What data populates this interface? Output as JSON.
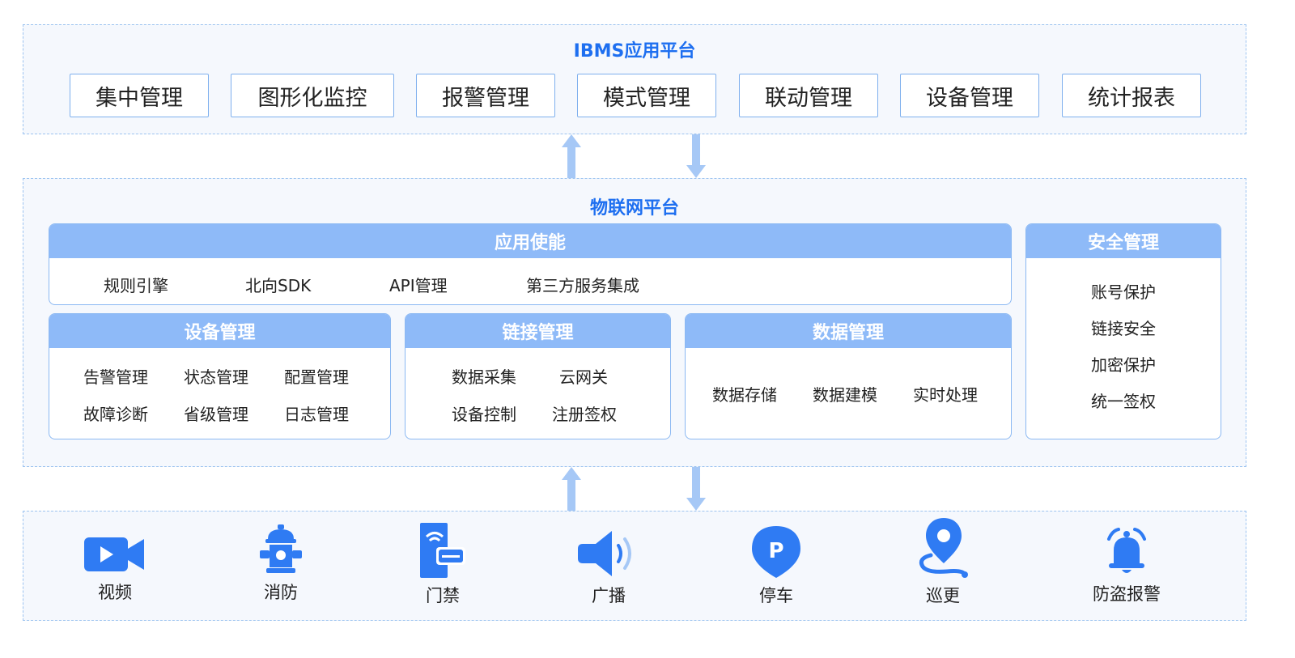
{
  "ibms": {
    "title": "IBMS应用平台",
    "items": [
      "集中管理",
      "图形化监控",
      "报警管理",
      "模式管理",
      "联动管理",
      "设备管理",
      "统计报表"
    ]
  },
  "iot": {
    "title": "物联网平台",
    "app_enable": {
      "title": "应用使能",
      "items": [
        "规则引擎",
        "北向SDK",
        "API管理",
        "第三方服务集成"
      ]
    },
    "device_mgmt": {
      "title": "设备管理",
      "items": [
        "告警管理",
        "状态管理",
        "配置管理",
        "故障诊断",
        "省级管理",
        "日志管理"
      ]
    },
    "link_mgmt": {
      "title": "链接管理",
      "items": [
        "数据采集",
        "云网关",
        "设备控制",
        "注册签权"
      ]
    },
    "data_mgmt": {
      "title": "数据管理",
      "items": [
        "数据存储",
        "数据建模",
        "实时处理"
      ]
    },
    "security": {
      "title": "安全管理",
      "items": [
        "账号保护",
        "链接安全",
        "加密保护",
        "统一签权"
      ]
    }
  },
  "devices": [
    {
      "label": "视频",
      "icon": "video-camera-icon"
    },
    {
      "label": "消防",
      "icon": "fire-hydrant-icon"
    },
    {
      "label": "门禁",
      "icon": "access-card-icon"
    },
    {
      "label": "广播",
      "icon": "speaker-icon"
    },
    {
      "label": "停车",
      "icon": "parking-icon"
    },
    {
      "label": "巡更",
      "icon": "patrol-location-icon"
    },
    {
      "label": "防盗报警",
      "icon": "alarm-bell-icon"
    }
  ],
  "colors": {
    "accent": "#1e6ff0",
    "icon_blue": "#2f7bf3",
    "panel_header": "#8ebaf8",
    "border": "#9cc3f0",
    "arrow": "#a6c8f6"
  }
}
